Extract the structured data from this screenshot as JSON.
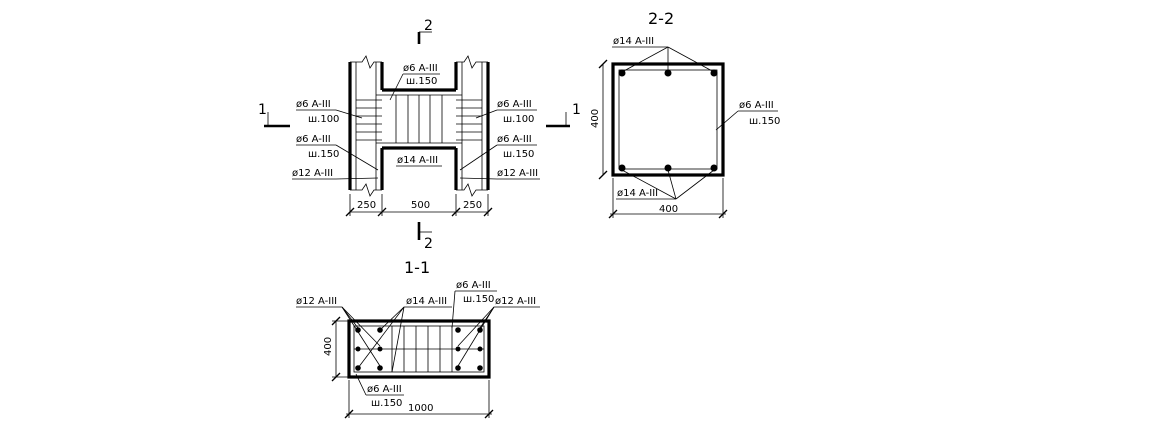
{
  "plan": {
    "cut_2_top": "2",
    "cut_2_bottom": "2",
    "cut_1_left": "1",
    "cut_1_right": "1",
    "left_top_label_a": "ø6 A-III",
    "left_top_label_b": "ш.100",
    "left_mid_label_a": "ø6 A-III",
    "left_mid_label_b": "ш.150",
    "left_bot_label": "ø12 A-III",
    "right_top_label_a": "ø6 A-III",
    "right_top_label_b": "ш.100",
    "right_mid_label_a": "ø6 A-III",
    "right_mid_label_b": "ш.150",
    "right_bot_label": "ø12 A-III",
    "center_top_label_a": "ø6 A-III",
    "center_top_label_b": "ш.150",
    "center_mid_label": "ø14 A-III",
    "dim_left": "250",
    "dim_center": "500",
    "dim_right": "250"
  },
  "section_2_2": {
    "title": "2-2",
    "top_bars_label": "ø14 A-III",
    "bottom_bars_label": "ø14 A-III",
    "stirrup_label_a": "ø6 A-III",
    "stirrup_label_b": "ш.150",
    "dim_height": "400",
    "dim_width": "400"
  },
  "section_1_1": {
    "title": "1-1",
    "left_label": "ø12 A-III",
    "center_label": "ø14 A-III",
    "stirrup_label_a": "ø6 A-III",
    "stirrup_label_b": "ш.150",
    "right_label": "ø12 A-III",
    "bottom_label_a": "ø6 A-III",
    "bottom_label_b": "ш.150",
    "dim_height": "400",
    "dim_width": "1000"
  }
}
